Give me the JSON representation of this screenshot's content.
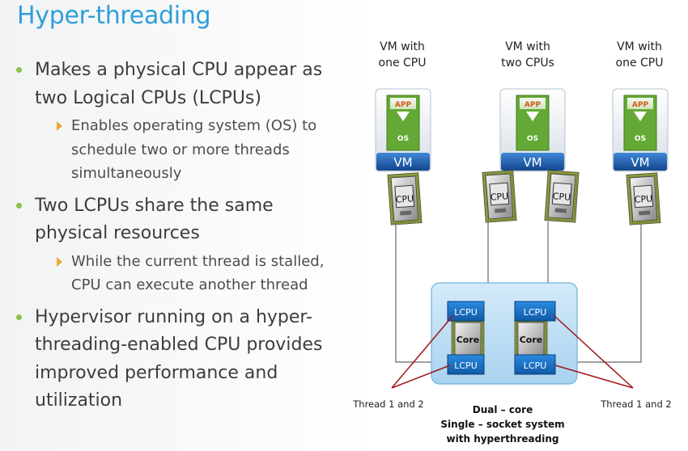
{
  "slide": {
    "title": "Hyper-threading",
    "bullets": [
      {
        "text": "Makes a physical CPU appear as\ntwo Logical CPUs (LCPUs)",
        "sub": [
          "Enables operating system (OS) to\nschedule two or more threads\nsimultaneously"
        ]
      },
      {
        "text": "Two LCPUs share the same\nphysical resources",
        "sub": [
          "While the current thread is stalled,\nCPU can execute another thread"
        ]
      },
      {
        "text": "Hypervisor running on a hyper-\nthreading-enabled CPU provides\nimproved performance and\nutilization",
        "sub": []
      }
    ]
  },
  "diagram": {
    "vms": [
      {
        "caption_line1": "VM with",
        "caption_line2": "one CPU",
        "app_label": "APP",
        "os_label": "OS",
        "vm_label": "VM",
        "cpu_count": 1
      },
      {
        "caption_line1": "VM with",
        "caption_line2": "two CPUs",
        "app_label": "APP",
        "os_label": "OS",
        "vm_label": "VM",
        "cpu_count": 2
      },
      {
        "caption_line1": "VM with",
        "caption_line2": "one CPU",
        "app_label": "APP",
        "os_label": "OS",
        "vm_label": "VM",
        "cpu_count": 1
      }
    ],
    "cpu_label": "CPU",
    "lcpu_label": "LCPU",
    "core_label": "Core",
    "thread_label_left": "Thread 1 and 2",
    "thread_label_right": "Thread 1 and 2",
    "caption": [
      "Dual – core",
      "Single – socket system",
      "with hyperthreading"
    ],
    "colors": {
      "title": "#2e9fd9",
      "bullet_dot": "#8cc04a",
      "sub_bullet": "#f0a630",
      "vm_band": "#1f5fae",
      "os_green": "#6db33f",
      "lcpu_fill": "#1a72c4",
      "socket_fill": "#b9dcf4",
      "thread_line": "#a0161b"
    }
  }
}
